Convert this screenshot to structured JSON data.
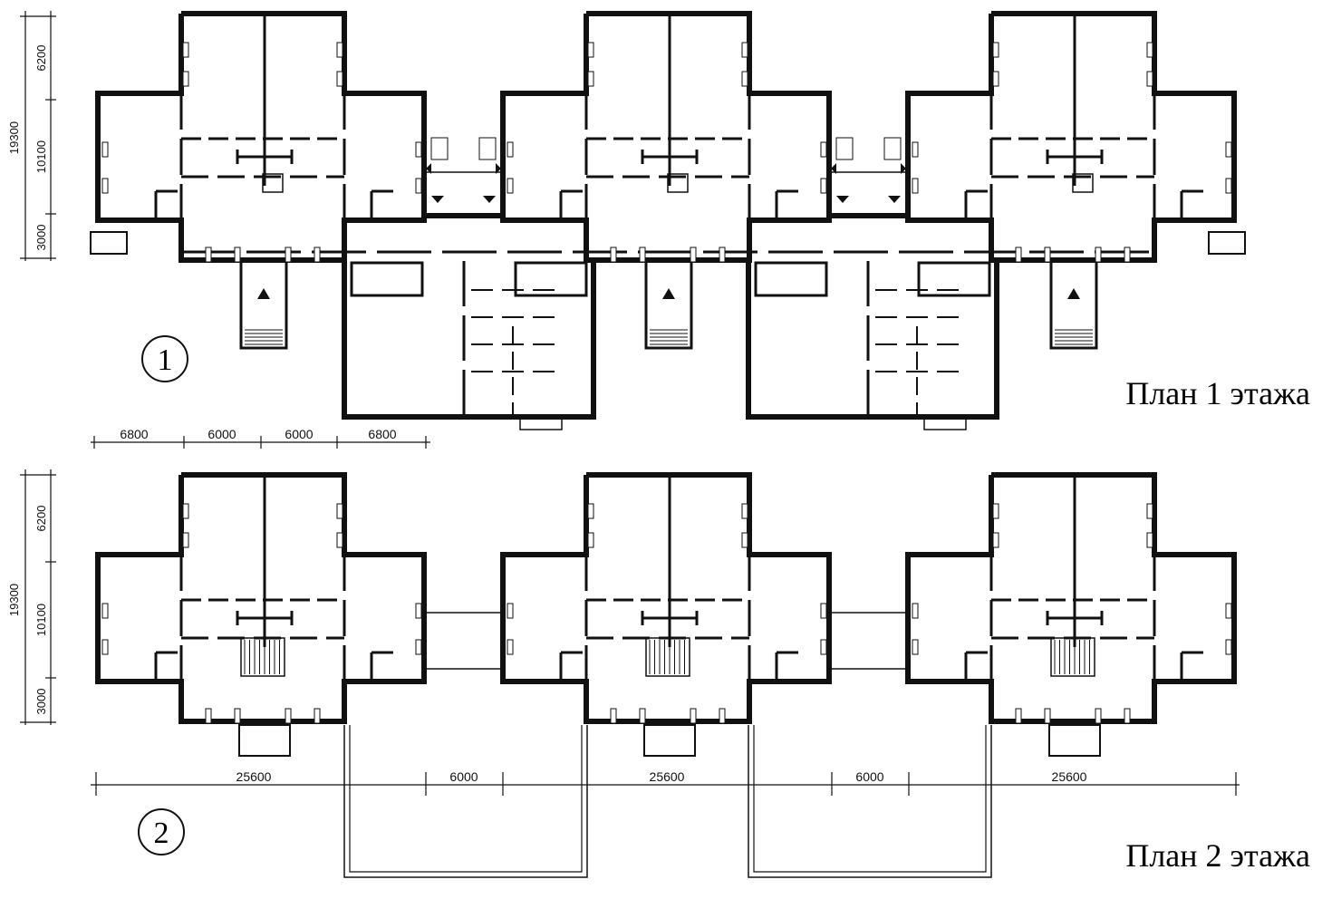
{
  "plans": [
    {
      "marker": "1",
      "caption": "План 1 этажа",
      "vertical_dims": [
        "19300",
        "6200",
        "10100",
        "3000"
      ],
      "horizontal_dims": [
        "6800",
        "6000",
        "6000",
        "6800"
      ]
    },
    {
      "marker": "2",
      "caption": "План 2 этажа",
      "vertical_dims": [
        "19300",
        "6200",
        "10100",
        "3000"
      ],
      "horizontal_dims": [
        "25600",
        "6000",
        "25600",
        "6000",
        "25600"
      ]
    }
  ],
  "colors": {
    "ink": "#111111",
    "paper": "#ffffff"
  }
}
